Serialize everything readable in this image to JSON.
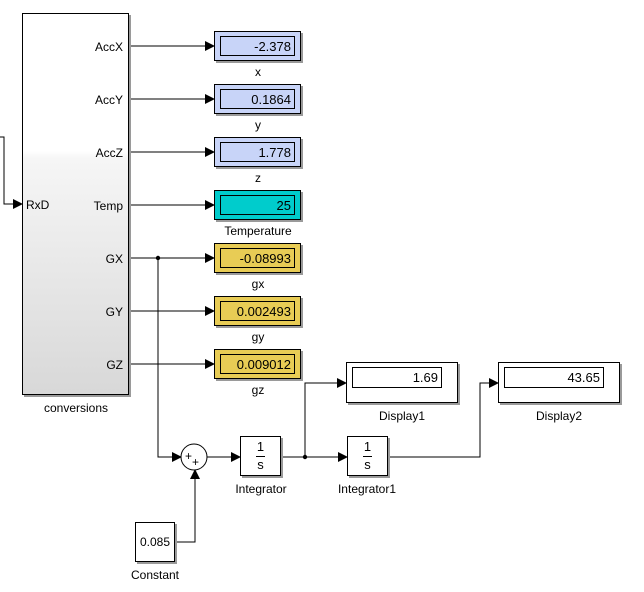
{
  "subsystem": {
    "name": "conversions",
    "inputs": [
      "RxD"
    ],
    "outputs": [
      "AccX",
      "AccY",
      "AccZ",
      "Temp",
      "GX",
      "GY",
      "GZ"
    ]
  },
  "displays": [
    {
      "id": "x",
      "label": "x",
      "value": "-2.378",
      "color": "#c8d4f8"
    },
    {
      "id": "y",
      "label": "y",
      "value": "0.1864",
      "color": "#c8d4f8"
    },
    {
      "id": "z",
      "label": "z",
      "value": "1.778",
      "color": "#c8d4f8"
    },
    {
      "id": "temperature",
      "label": "Temperature",
      "value": "25",
      "color": "#00cccc"
    },
    {
      "id": "gx",
      "label": "gx",
      "value": "-0.08993",
      "color": "#e8cc55"
    },
    {
      "id": "gy",
      "label": "gy",
      "value": "0.002493",
      "color": "#e8cc55"
    },
    {
      "id": "gz",
      "label": "gz",
      "value": "0.009012",
      "color": "#e8cc55"
    }
  ],
  "display1": {
    "label": "Display1",
    "value": "1.69"
  },
  "display2": {
    "label": "Display2",
    "value": "43.65"
  },
  "sum": {
    "signs": [
      "+",
      "+"
    ]
  },
  "integrator": {
    "label": "Integrator",
    "numerator": "1",
    "denominator": "s"
  },
  "integrator1": {
    "label": "Integrator1",
    "numerator": "1",
    "denominator": "s"
  },
  "constant": {
    "label": "Constant",
    "value": "0.085"
  }
}
